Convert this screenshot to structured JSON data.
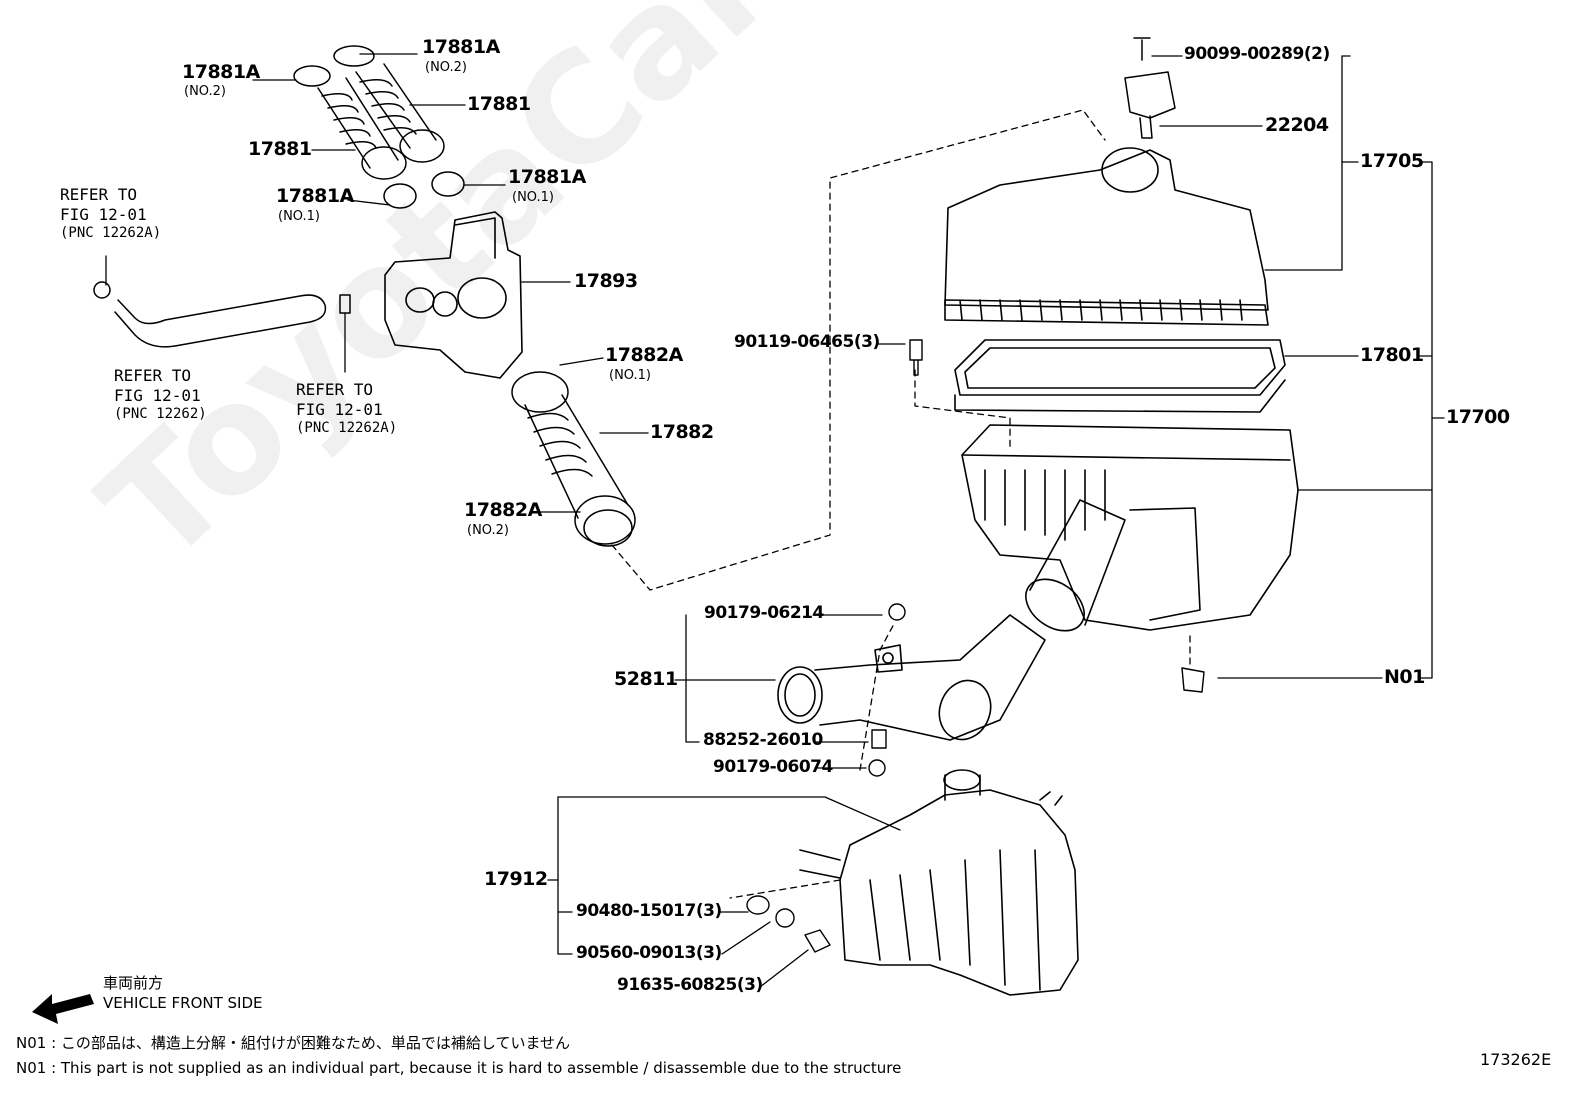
{
  "watermark": "ToyotaCarMore.ru",
  "figure_code": "173262E",
  "direction": {
    "jp": "車両前方",
    "en": "VEHICLE FRONT SIDE",
    "icon": "arrow-left-icon"
  },
  "notes": {
    "jp": "N01 : この部品は、構造上分解・組付けが困難なため、単品では補給していません",
    "en": "N01 : This part is not supplied as an individual part, because it is hard to assemble / disassemble due to the structure"
  },
  "refs": [
    {
      "line1": "REFER TO",
      "line2": "FIG 12-01",
      "pnc": "(PNC 12262A)"
    },
    {
      "line1": "REFER TO",
      "line2": "FIG 12-01",
      "pnc": "(PNC 12262)"
    },
    {
      "line1": "REFER TO",
      "line2": "FIG 12-01",
      "pnc": "(PNC 12262A)"
    }
  ],
  "parts": [
    {
      "code": "17881A",
      "sub": "(NO.2)"
    },
    {
      "code": "17881A",
      "sub": "(NO.2)"
    },
    {
      "code": "17881",
      "sub": ""
    },
    {
      "code": "17881",
      "sub": ""
    },
    {
      "code": "17881A",
      "sub": "(NO.1)"
    },
    {
      "code": "17881A",
      "sub": "(NO.1)"
    },
    {
      "code": "17893",
      "sub": ""
    },
    {
      "code": "17882A",
      "sub": "(NO.1)"
    },
    {
      "code": "17882",
      "sub": ""
    },
    {
      "code": "17882A",
      "sub": "(NO.2)"
    },
    {
      "code": "90099-00289(2)",
      "sub": ""
    },
    {
      "code": "22204",
      "sub": ""
    },
    {
      "code": "17705",
      "sub": ""
    },
    {
      "code": "90119-06465(3)",
      "sub": ""
    },
    {
      "code": "17801",
      "sub": ""
    },
    {
      "code": "17700",
      "sub": ""
    },
    {
      "code": "90179-06214",
      "sub": ""
    },
    {
      "code": "52811",
      "sub": ""
    },
    {
      "code": "88252-26010",
      "sub": ""
    },
    {
      "code": "90179-06074",
      "sub": ""
    },
    {
      "code": "N01",
      "sub": ""
    },
    {
      "code": "17912",
      "sub": ""
    },
    {
      "code": "90480-15017(3)",
      "sub": ""
    },
    {
      "code": "90560-09013(3)",
      "sub": ""
    },
    {
      "code": "91635-60825(3)",
      "sub": ""
    }
  ]
}
